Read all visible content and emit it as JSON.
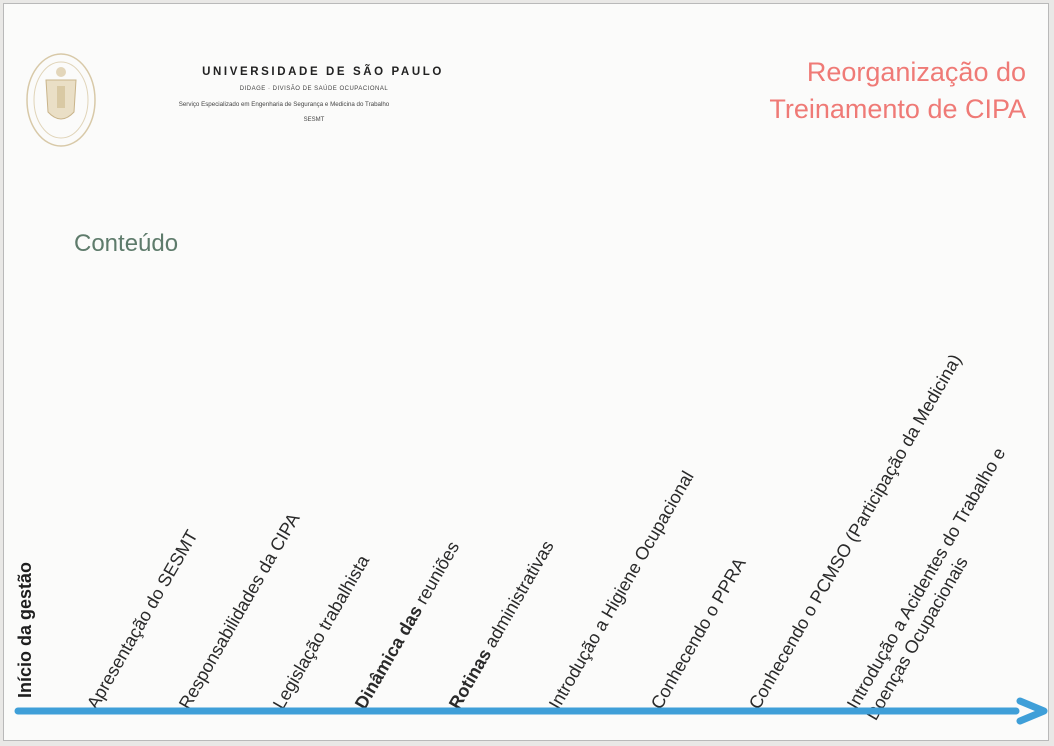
{
  "header": {
    "university": "UNIVERSIDADE DE SÃO PAULO",
    "division": "DIDAGE · DIVISÃO DE SAÚDE OCUPACIONAL",
    "service": "Serviço Especializado em Engenharia de Segurança e Medicina do Trabalho",
    "acronym": "SESMT"
  },
  "title": {
    "line1": "Reorganização do",
    "line2": "Treinamento de CIPA"
  },
  "section_heading": "Conteúdo",
  "timeline": {
    "start_label": "Início da gestão",
    "arrow_color": "#3f9fd8",
    "items": [
      {
        "label": "Apresentação do SESMT"
      },
      {
        "label": "Responsabilidades da CIPA"
      },
      {
        "label": "Legislação trabalhista"
      },
      {
        "label_bold": "Dinâmica das",
        "label_rest": " reuniões"
      },
      {
        "label_bold": "Rotinas",
        "label_rest": " administrativas"
      },
      {
        "label": "Introdução a Higiene Ocupacional"
      },
      {
        "label": "Conhecendo o PPRA"
      },
      {
        "label": "Conhecendo o PCMSO (Participação da Medicina)"
      },
      {
        "label": "Introdução a Acidentes do Trabalho e",
        "label2": "Doenças Ocupacionais"
      }
    ]
  },
  "colors": {
    "title": "#ef7a76",
    "heading": "#5e7b6b",
    "seal": "#c9b48a"
  }
}
